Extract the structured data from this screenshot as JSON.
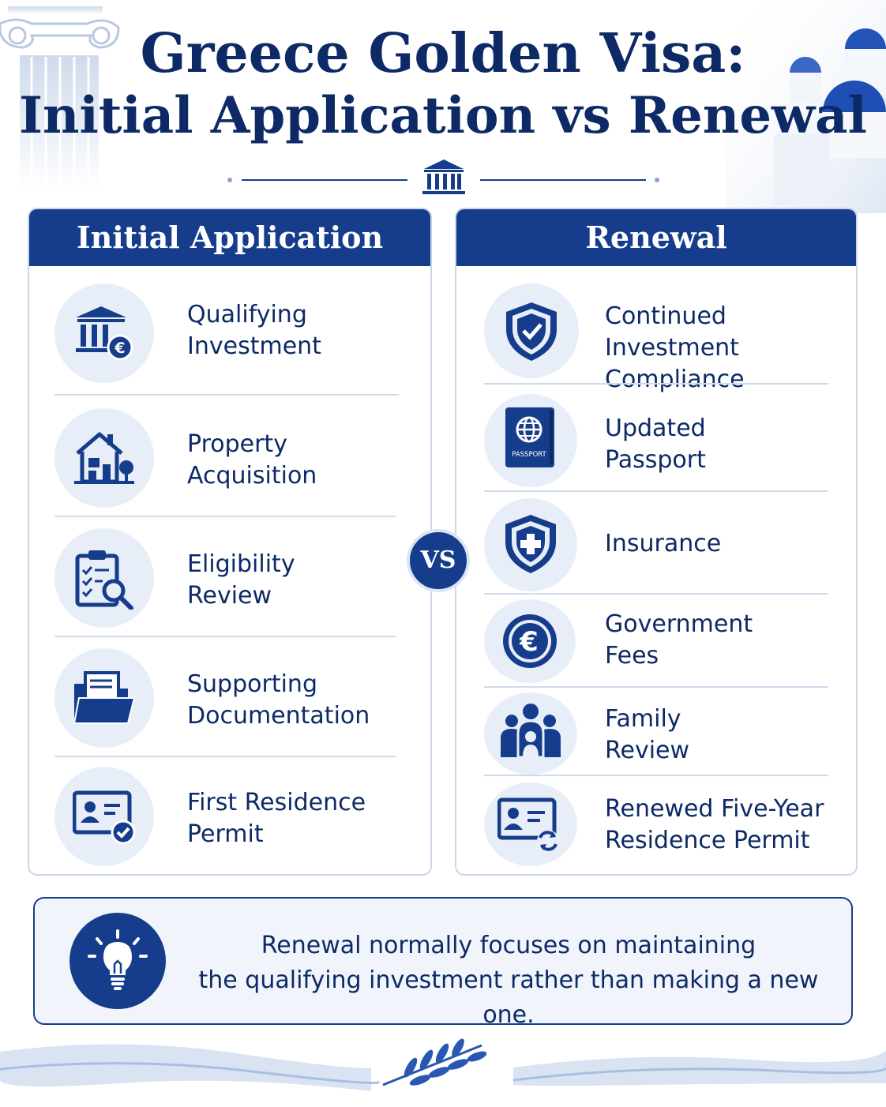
{
  "title": {
    "line1": "Greece Golden Visa:",
    "line2": "Initial Application vs Renewal"
  },
  "initial": {
    "heading": "Initial Application",
    "items": [
      {
        "label": "Qualifying\nInvestment",
        "icon": "bank-euro-icon"
      },
      {
        "label": "Property\nAcquisition",
        "icon": "house-icon"
      },
      {
        "label": "Eligibility\nReview",
        "icon": "clipboard-search-icon"
      },
      {
        "label": "Supporting\nDocumentation",
        "icon": "folder-icon"
      },
      {
        "label": "First Residence\nPermit",
        "icon": "id-card-check-icon"
      }
    ]
  },
  "renewal": {
    "heading": "Renewal",
    "items": [
      {
        "label": "Continued Investment\nCompliance",
        "icon": "shield-check-icon"
      },
      {
        "label": "Updated\nPassport",
        "icon": "passport-icon",
        "icon_text": "PASSPORT"
      },
      {
        "label": "Insurance",
        "icon": "shield-cross-icon"
      },
      {
        "label": "Government\nFees",
        "icon": "euro-coin-icon"
      },
      {
        "label": "Family\nReview",
        "icon": "family-icon"
      },
      {
        "label": "Renewed Five-Year\nResidence Permit",
        "icon": "id-card-renew-icon"
      }
    ]
  },
  "vs": "VS",
  "note": {
    "line1": "Renewal normally focuses on maintaining",
    "line2": "the qualifying investment rather than making a new one.",
    "icon": "lightbulb-icon"
  },
  "colors": {
    "navy": "#163d8c",
    "text": "#0d2a66",
    "soft": "#e8eef8"
  }
}
